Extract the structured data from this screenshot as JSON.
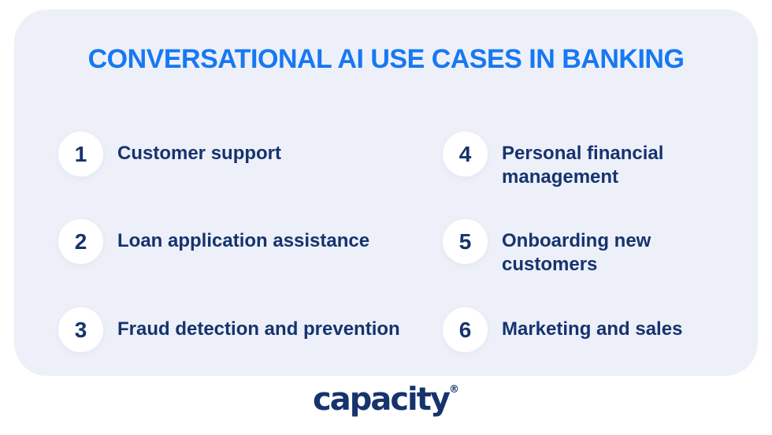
{
  "card": {
    "title": "CONVERSATIONAL AI USE CASES IN BANKING"
  },
  "items": [
    {
      "number": "1",
      "label": "Customer support"
    },
    {
      "number": "2",
      "label": "Loan application assistance"
    },
    {
      "number": "3",
      "label": "Fraud detection and prevention"
    },
    {
      "number": "4",
      "label": "Personal financial management"
    },
    {
      "number": "5",
      "label": "Onboarding new customers"
    },
    {
      "number": "6",
      "label": "Marketing and sales"
    }
  ],
  "footer": {
    "logo_text": "capacity",
    "registered_mark": "®"
  },
  "colors": {
    "title_blue": "#1778f2",
    "navy": "#16336e",
    "card_background": "#edf0f9",
    "page_background": "#ffffff",
    "circle_background": "#ffffff"
  }
}
